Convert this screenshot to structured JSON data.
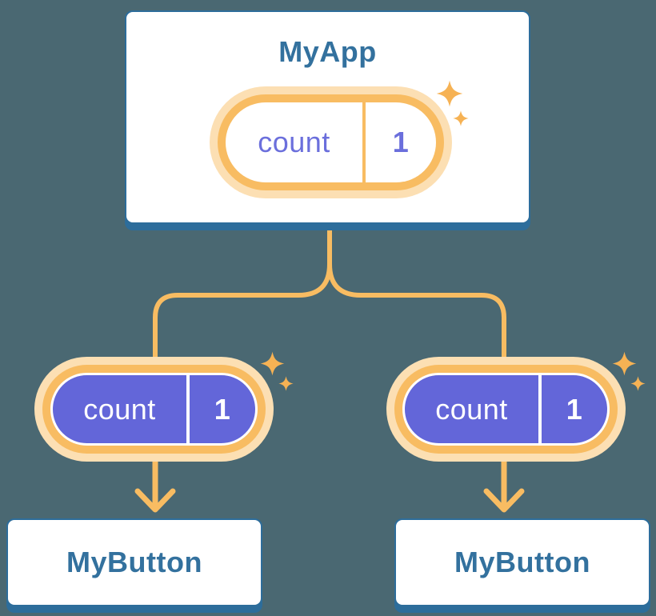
{
  "diagram": {
    "root": {
      "title": "MyApp",
      "state": {
        "name": "count",
        "value": "1"
      }
    },
    "children": [
      {
        "title": "MyButton",
        "prop": {
          "name": "count",
          "value": "1"
        }
      },
      {
        "title": "MyButton",
        "prop": {
          "name": "count",
          "value": "1"
        }
      }
    ],
    "icons": {
      "sparkle": "✦",
      "arrow_down": "↓"
    },
    "colors": {
      "background": "#4A6872",
      "card_fill": "#FFFFFF",
      "card_border": "#2D6D9B",
      "title_text": "#33719E",
      "pill_glow": "#FCDFB3",
      "pill_orange": "#F8BC62",
      "pill_purple": "#6366D9",
      "pill_text_purple": "#6B6FDC",
      "pill_text_white": "#FFFFFF",
      "connector": "#F8BC62",
      "sparkle": "#F6B254"
    }
  }
}
